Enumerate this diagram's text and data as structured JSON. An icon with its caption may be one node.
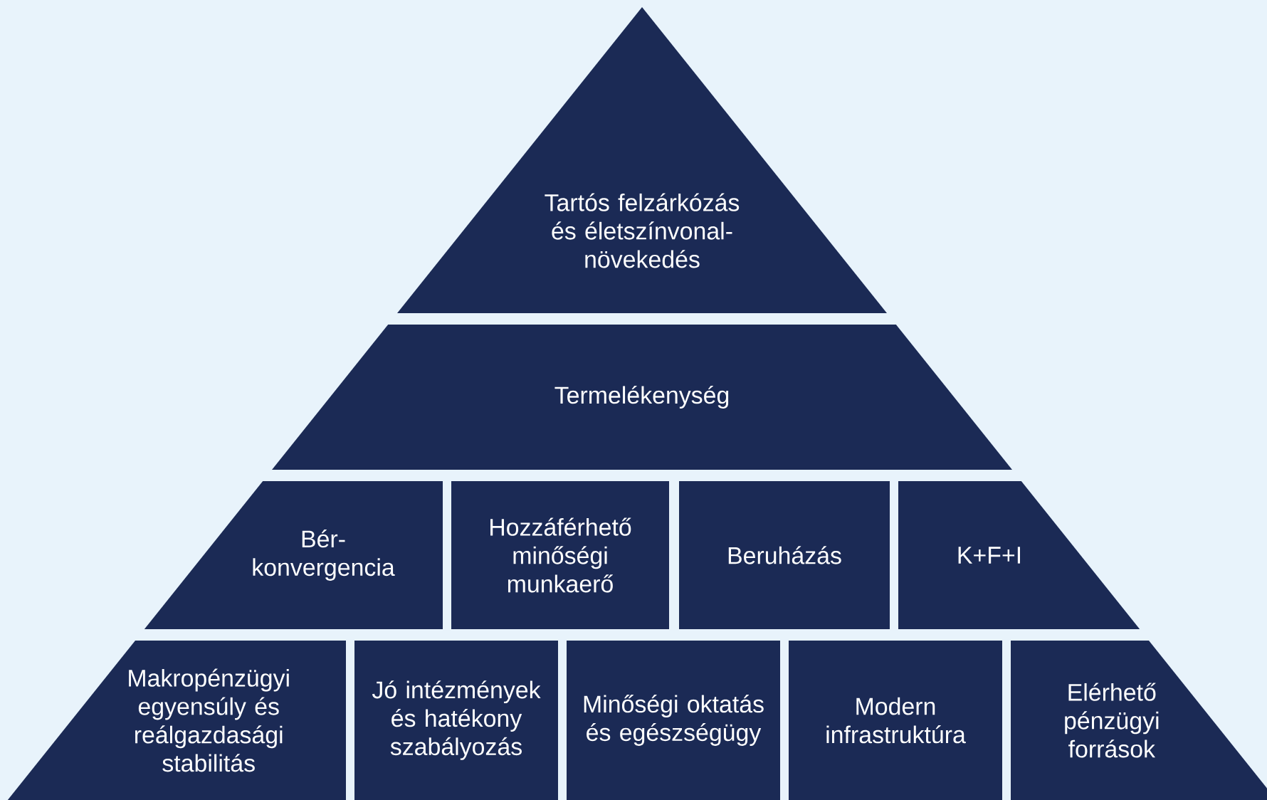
{
  "diagram": {
    "nodes": [
      {
        "text": [
          "Tartós felzárkózás és életszínvonal-növekedés"
        ]
      },
      {
        "text": [
          "Termelékenység"
        ]
      },
      {
        "text": [
          "Bér- konvergencia"
        ]
      },
      {
        "text": [
          "Hozzáférhető minőségi munkaerő"
        ]
      },
      {
        "text": [
          "Beruházás"
        ]
      },
      {
        "text": [
          "K+F+I"
        ]
      },
      {
        "text": [
          "Makropénzügyi egyensúly és reálgazdasági stabilitás"
        ]
      },
      {
        "text": [
          "Jó intézmények és hatékony szabályozás"
        ]
      },
      {
        "text": [
          "Minőségi oktatás és egészségügy"
        ]
      },
      {
        "text": [
          "Modern infrastruktúra"
        ]
      },
      {
        "text": [
          "Elérhető pénzügyi források"
        ]
      }
    ]
  }
}
